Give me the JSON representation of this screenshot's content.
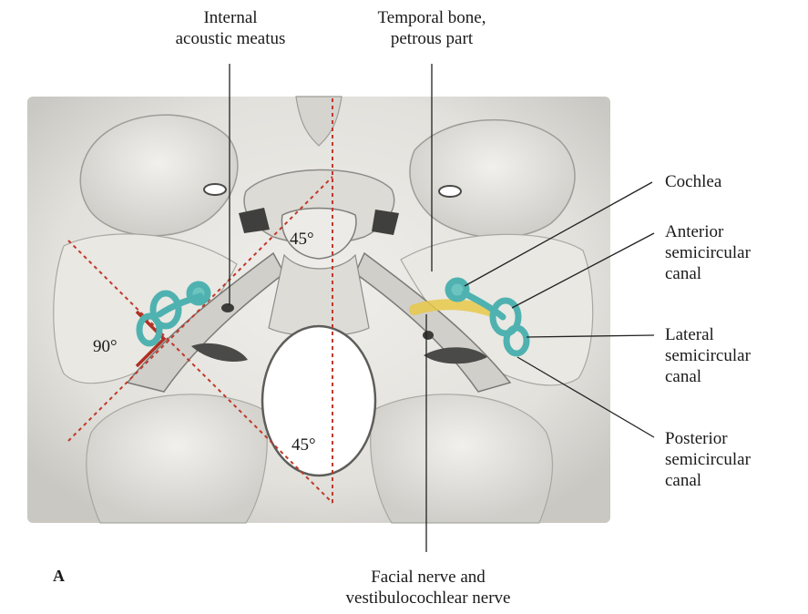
{
  "labels": {
    "internal_acoustic_meatus": [
      "Internal",
      "acoustic meatus"
    ],
    "temporal_bone": [
      "Temporal bone,",
      "petrous part"
    ],
    "cochlea": [
      "Cochlea"
    ],
    "anterior_canal": [
      "Anterior",
      "semicircular",
      "canal"
    ],
    "lateral_canal": [
      "Lateral",
      "semicircular",
      "canal"
    ],
    "posterior_canal": [
      "Posterior",
      "semicircular",
      "canal"
    ],
    "facial_nerve": [
      "Facial nerve and",
      "vestibulocochlear nerve"
    ]
  },
  "angles": {
    "upper": "45°",
    "right_angle": "90°",
    "lower": "45°"
  },
  "panel_letter": "A",
  "colors": {
    "bone": "#e6e5e1",
    "bone_shadow": "#b9b8b3",
    "bone_dark": "#8d8c88",
    "labyrinth": "#4fb2b0",
    "labyrinth_dark": "#2f8785",
    "nerve": "#e8c84a",
    "guide_line": "#c0392b",
    "leader": "#222222"
  }
}
